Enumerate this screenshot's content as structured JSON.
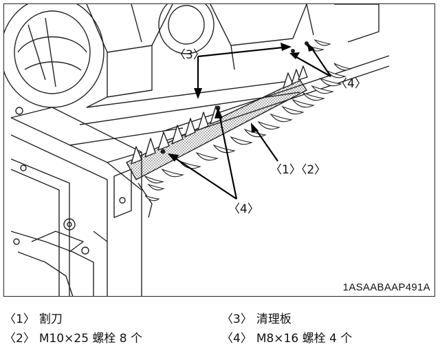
{
  "figure": {
    "callouts": {
      "c3": "〈3〉",
      "c4_top": "〈4〉",
      "c12": "〈1〉〈2〉",
      "c4_bottom": "〈4〉"
    },
    "image_code": "1ASAABAAP491A"
  },
  "legend": [
    {
      "num": "〈1〉",
      "text": "割刀"
    },
    {
      "num": "〈3〉",
      "text": "清理板"
    },
    {
      "num": "〈2〉",
      "text": "M10×25 螺栓 8 个"
    },
    {
      "num": "〈4〉",
      "text": "M8×16 螺栓 4 个"
    }
  ]
}
